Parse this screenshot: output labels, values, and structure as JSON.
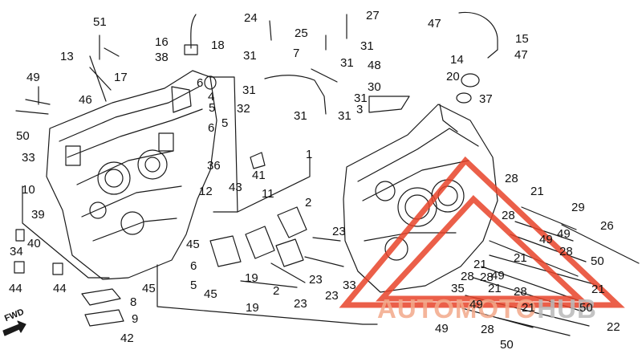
{
  "colors": {
    "line": "#1a1a1a",
    "watermark_red": "#e8442a",
    "watermark_orange": "#f3a98a",
    "watermark_grey": "#b9b9b9"
  },
  "direction_label": "FWD",
  "watermark": {
    "main": "AUTOMOTO",
    "tail": "HUB",
    "logo": "triangle-logo"
  },
  "callouts": [
    {
      "id": "c51",
      "text": "51"
    },
    {
      "id": "c13",
      "text": "13"
    },
    {
      "id": "c16",
      "text": "16"
    },
    {
      "id": "c38",
      "text": "38"
    },
    {
      "id": "c17",
      "text": "17"
    },
    {
      "id": "c18",
      "text": "18"
    },
    {
      "id": "c24",
      "text": "24"
    },
    {
      "id": "c27",
      "text": "27"
    },
    {
      "id": "c25",
      "text": "25"
    },
    {
      "id": "c31a",
      "text": "31"
    },
    {
      "id": "c31b",
      "text": "31"
    },
    {
      "id": "c7",
      "text": "7"
    },
    {
      "id": "c31c",
      "text": "31"
    },
    {
      "id": "c48",
      "text": "48"
    },
    {
      "id": "c47a",
      "text": "47"
    },
    {
      "id": "c15",
      "text": "15"
    },
    {
      "id": "c14",
      "text": "14"
    },
    {
      "id": "c47b",
      "text": "47"
    },
    {
      "id": "c20",
      "text": "20"
    },
    {
      "id": "c37",
      "text": "37"
    },
    {
      "id": "c30",
      "text": "30"
    },
    {
      "id": "c31d",
      "text": "31"
    },
    {
      "id": "c31e",
      "text": "31"
    },
    {
      "id": "c3",
      "text": "3"
    },
    {
      "id": "c31f",
      "text": "31"
    },
    {
      "id": "c31g",
      "text": "31"
    },
    {
      "id": "c49a",
      "text": "49"
    },
    {
      "id": "c46",
      "text": "46"
    },
    {
      "id": "c50a",
      "text": "50"
    },
    {
      "id": "c6a",
      "text": "6"
    },
    {
      "id": "c4",
      "text": "4"
    },
    {
      "id": "c5a",
      "text": "5"
    },
    {
      "id": "c5b",
      "text": "5"
    },
    {
      "id": "c6b",
      "text": "6"
    },
    {
      "id": "c32",
      "text": "32"
    },
    {
      "id": "c33a",
      "text": "33"
    },
    {
      "id": "c10",
      "text": "10"
    },
    {
      "id": "c39",
      "text": "39"
    },
    {
      "id": "c36",
      "text": "36"
    },
    {
      "id": "c12",
      "text": "12"
    },
    {
      "id": "c41",
      "text": "41"
    },
    {
      "id": "c43",
      "text": "43"
    },
    {
      "id": "c11",
      "text": "11"
    },
    {
      "id": "c1",
      "text": "1"
    },
    {
      "id": "c2a",
      "text": "2"
    },
    {
      "id": "c28a",
      "text": "28"
    },
    {
      "id": "c21a",
      "text": "21"
    },
    {
      "id": "c28b",
      "text": "28"
    },
    {
      "id": "c29",
      "text": "29"
    },
    {
      "id": "c26",
      "text": "26"
    },
    {
      "id": "c49b",
      "text": "49"
    },
    {
      "id": "c49c",
      "text": "49"
    },
    {
      "id": "c34",
      "text": "34"
    },
    {
      "id": "c40",
      "text": "40"
    },
    {
      "id": "c45a",
      "text": "45"
    },
    {
      "id": "c23a",
      "text": "23"
    },
    {
      "id": "c28c",
      "text": "28"
    },
    {
      "id": "c21b",
      "text": "21"
    },
    {
      "id": "c21c",
      "text": "21"
    },
    {
      "id": "c28d",
      "text": "28"
    },
    {
      "id": "c50b",
      "text": "50"
    },
    {
      "id": "c6c",
      "text": "6"
    },
    {
      "id": "c19a",
      "text": "19"
    },
    {
      "id": "c2b",
      "text": "2"
    },
    {
      "id": "c23b",
      "text": "23"
    },
    {
      "id": "c33b",
      "text": "33"
    },
    {
      "id": "c28e",
      "text": "28"
    },
    {
      "id": "c21d",
      "text": "21"
    },
    {
      "id": "c49d",
      "text": "49"
    },
    {
      "id": "c44a",
      "text": "44"
    },
    {
      "id": "c44b",
      "text": "44"
    },
    {
      "id": "c45b",
      "text": "45"
    },
    {
      "id": "c5c",
      "text": "5"
    },
    {
      "id": "c45c",
      "text": "45"
    },
    {
      "id": "c23c",
      "text": "23"
    },
    {
      "id": "c23d",
      "text": "23"
    },
    {
      "id": "c35",
      "text": "35"
    },
    {
      "id": "c49e",
      "text": "49"
    },
    {
      "id": "c28f",
      "text": "28"
    },
    {
      "id": "c21e",
      "text": "21"
    },
    {
      "id": "c8",
      "text": "8"
    },
    {
      "id": "c19b",
      "text": "19"
    },
    {
      "id": "c9",
      "text": "9"
    },
    {
      "id": "c42",
      "text": "42"
    },
    {
      "id": "c49f",
      "text": "49"
    },
    {
      "id": "c28g",
      "text": "28"
    },
    {
      "id": "c21f",
      "text": "21"
    },
    {
      "id": "c50c",
      "text": "50"
    },
    {
      "id": "c22",
      "text": "22"
    },
    {
      "id": "c50d",
      "text": "50"
    }
  ]
}
